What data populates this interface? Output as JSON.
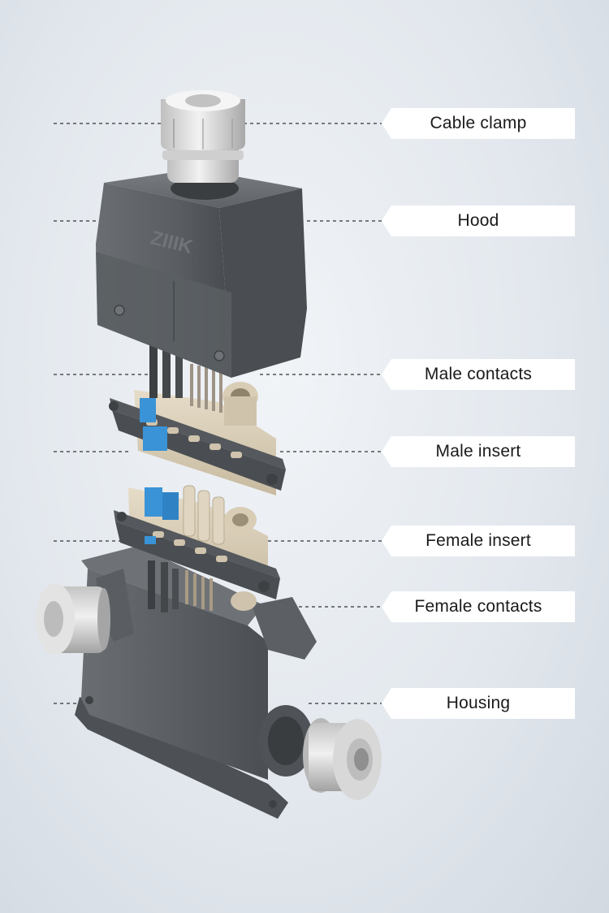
{
  "labels": {
    "cable_clamp": "Cable clamp",
    "hood": "Hood",
    "male_contacts": "Male contacts",
    "male_insert": "Male insert",
    "female_insert": "Female insert",
    "female_contacts": "Female contacts",
    "housing": "Housing"
  },
  "hood_logo_text": "ZIIIK",
  "colors": {
    "background": "#e3e8ee",
    "metal_dark": "#5c6064",
    "insert_beige": "#d8ccb6",
    "frame_gray": "#55595d",
    "contact_blue": "#3a93d6",
    "gland_light": "#dcdcdc"
  }
}
